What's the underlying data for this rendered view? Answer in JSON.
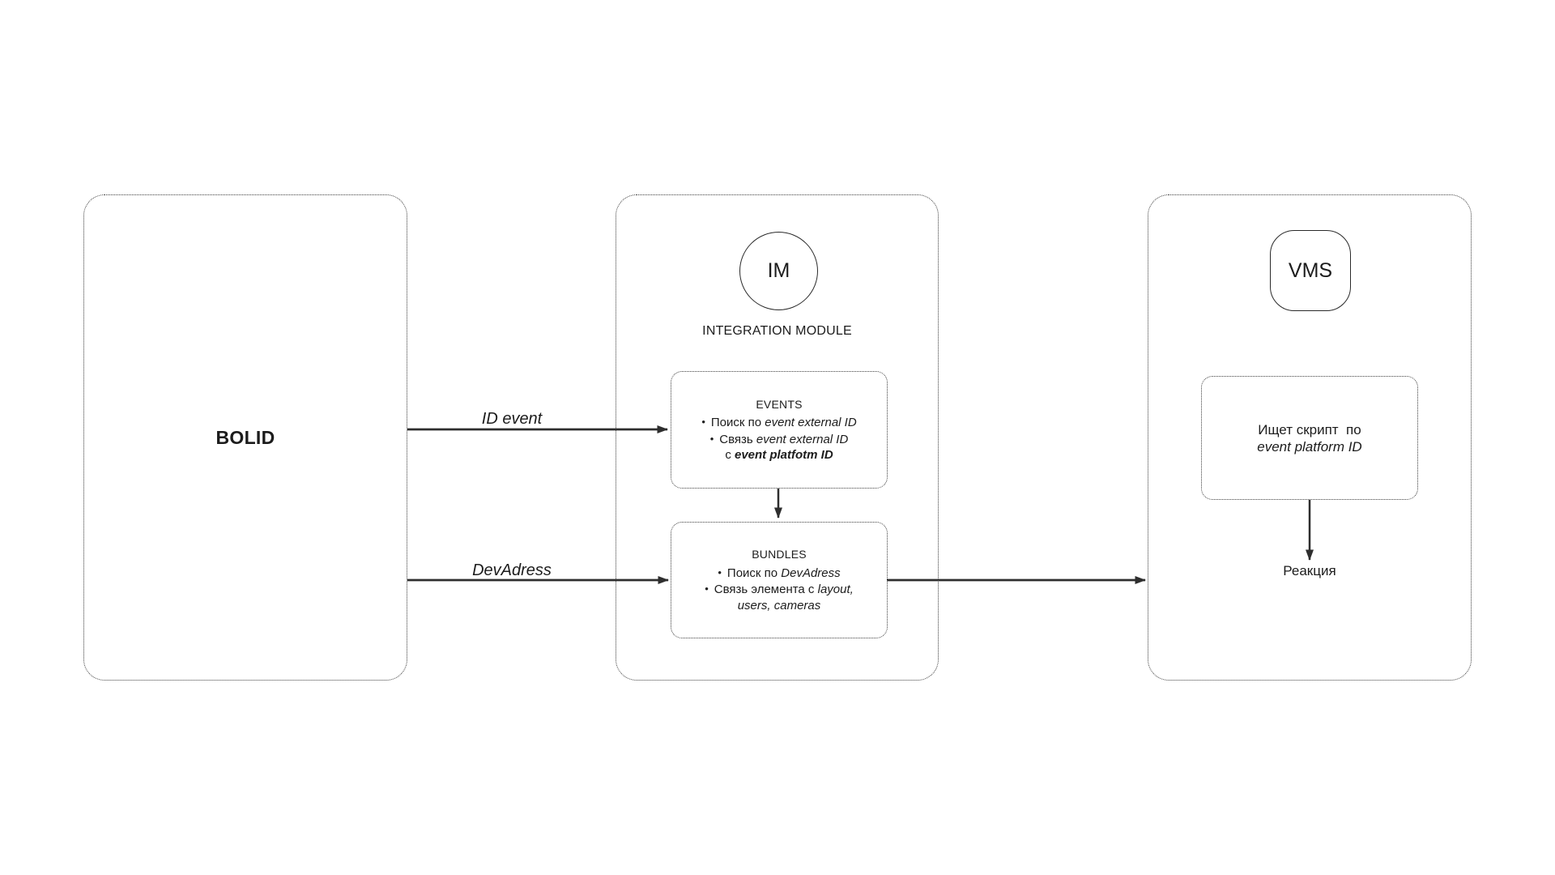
{
  "bolid": {
    "label": "BOLID"
  },
  "integration": {
    "badge_label": "IM",
    "caption": "INTEGRATION MODULE",
    "events_box": {
      "title": "EVENTS",
      "bullet1_prefix": "Поиск по ",
      "bullet1_italic": "event external ID",
      "bullet2_prefix": "Связь ",
      "bullet2_italic": "event external ID",
      "continuation_prefix": "с ",
      "continuation_bold_italic": "event platfotm ID"
    },
    "bundles_box": {
      "title": "BUNDLES",
      "bullet1_prefix": "Поиск по ",
      "bullet1_italic": "DevAdress",
      "bullet2_prefix": "Связь элемента с ",
      "bullet2_italic": "layout,",
      "continuation_italic": "users, cameras"
    }
  },
  "vms": {
    "badge_label": "VMS",
    "script_box": {
      "line1": "Ищет скрипт  по",
      "line2_italic": "event platform ID"
    },
    "reaction_label": "Реакция"
  },
  "flows": {
    "id_event_label": "ID event",
    "devadress_label": "DevAdress"
  },
  "glyphs": {
    "bullet": "•"
  },
  "colors": {
    "ink": "#1c1c1c",
    "arrow": "#2e2e2e",
    "border_dotted": "#3f3f3f"
  }
}
